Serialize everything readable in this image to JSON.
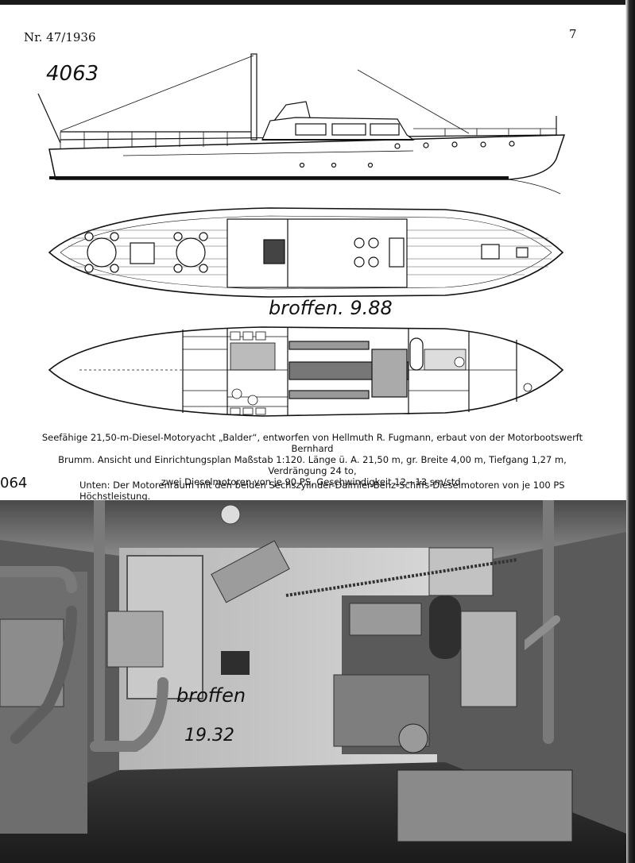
{
  "page": {
    "issue": "Nr. 47/1936",
    "page_number": "7"
  },
  "handwriting": {
    "plan_number": "4063",
    "plan_note": "broffen. 9.88",
    "photo_number": "064",
    "photo_note_1": "broffen",
    "photo_note_2": "19.32"
  },
  "caption": {
    "line1": "Seefähige 21,50-m-Diesel-Motoryacht „Balder“, entworfen von Hellmuth R. Fugmann, erbaut von der Motorbootswerft Bernhard",
    "line2": "Brumm. Ansicht und Einrichtungsplan Maßstab 1:120. Länge ü. A. 21,50 m, gr. Breite 4,00 m, Tiefgang 1,27 m, Verdrängung 24 to,",
    "line3": "zwei Dieselmotoren von je 90 PS, Geschwindigkeit 12—13 sm/std.",
    "photo": "Unten: Der Motorenraum mit den beiden Sechszylinder-Daimler-Benz-Schiffs-Dieselmotoren von je 100 PS Höchstleistung."
  },
  "colors": {
    "ink": "#111111",
    "paper": "#ffffff",
    "photo_dark": "#2b2b2b",
    "photo_mid": "#8a8a8a",
    "photo_light": "#d8d8d8"
  }
}
